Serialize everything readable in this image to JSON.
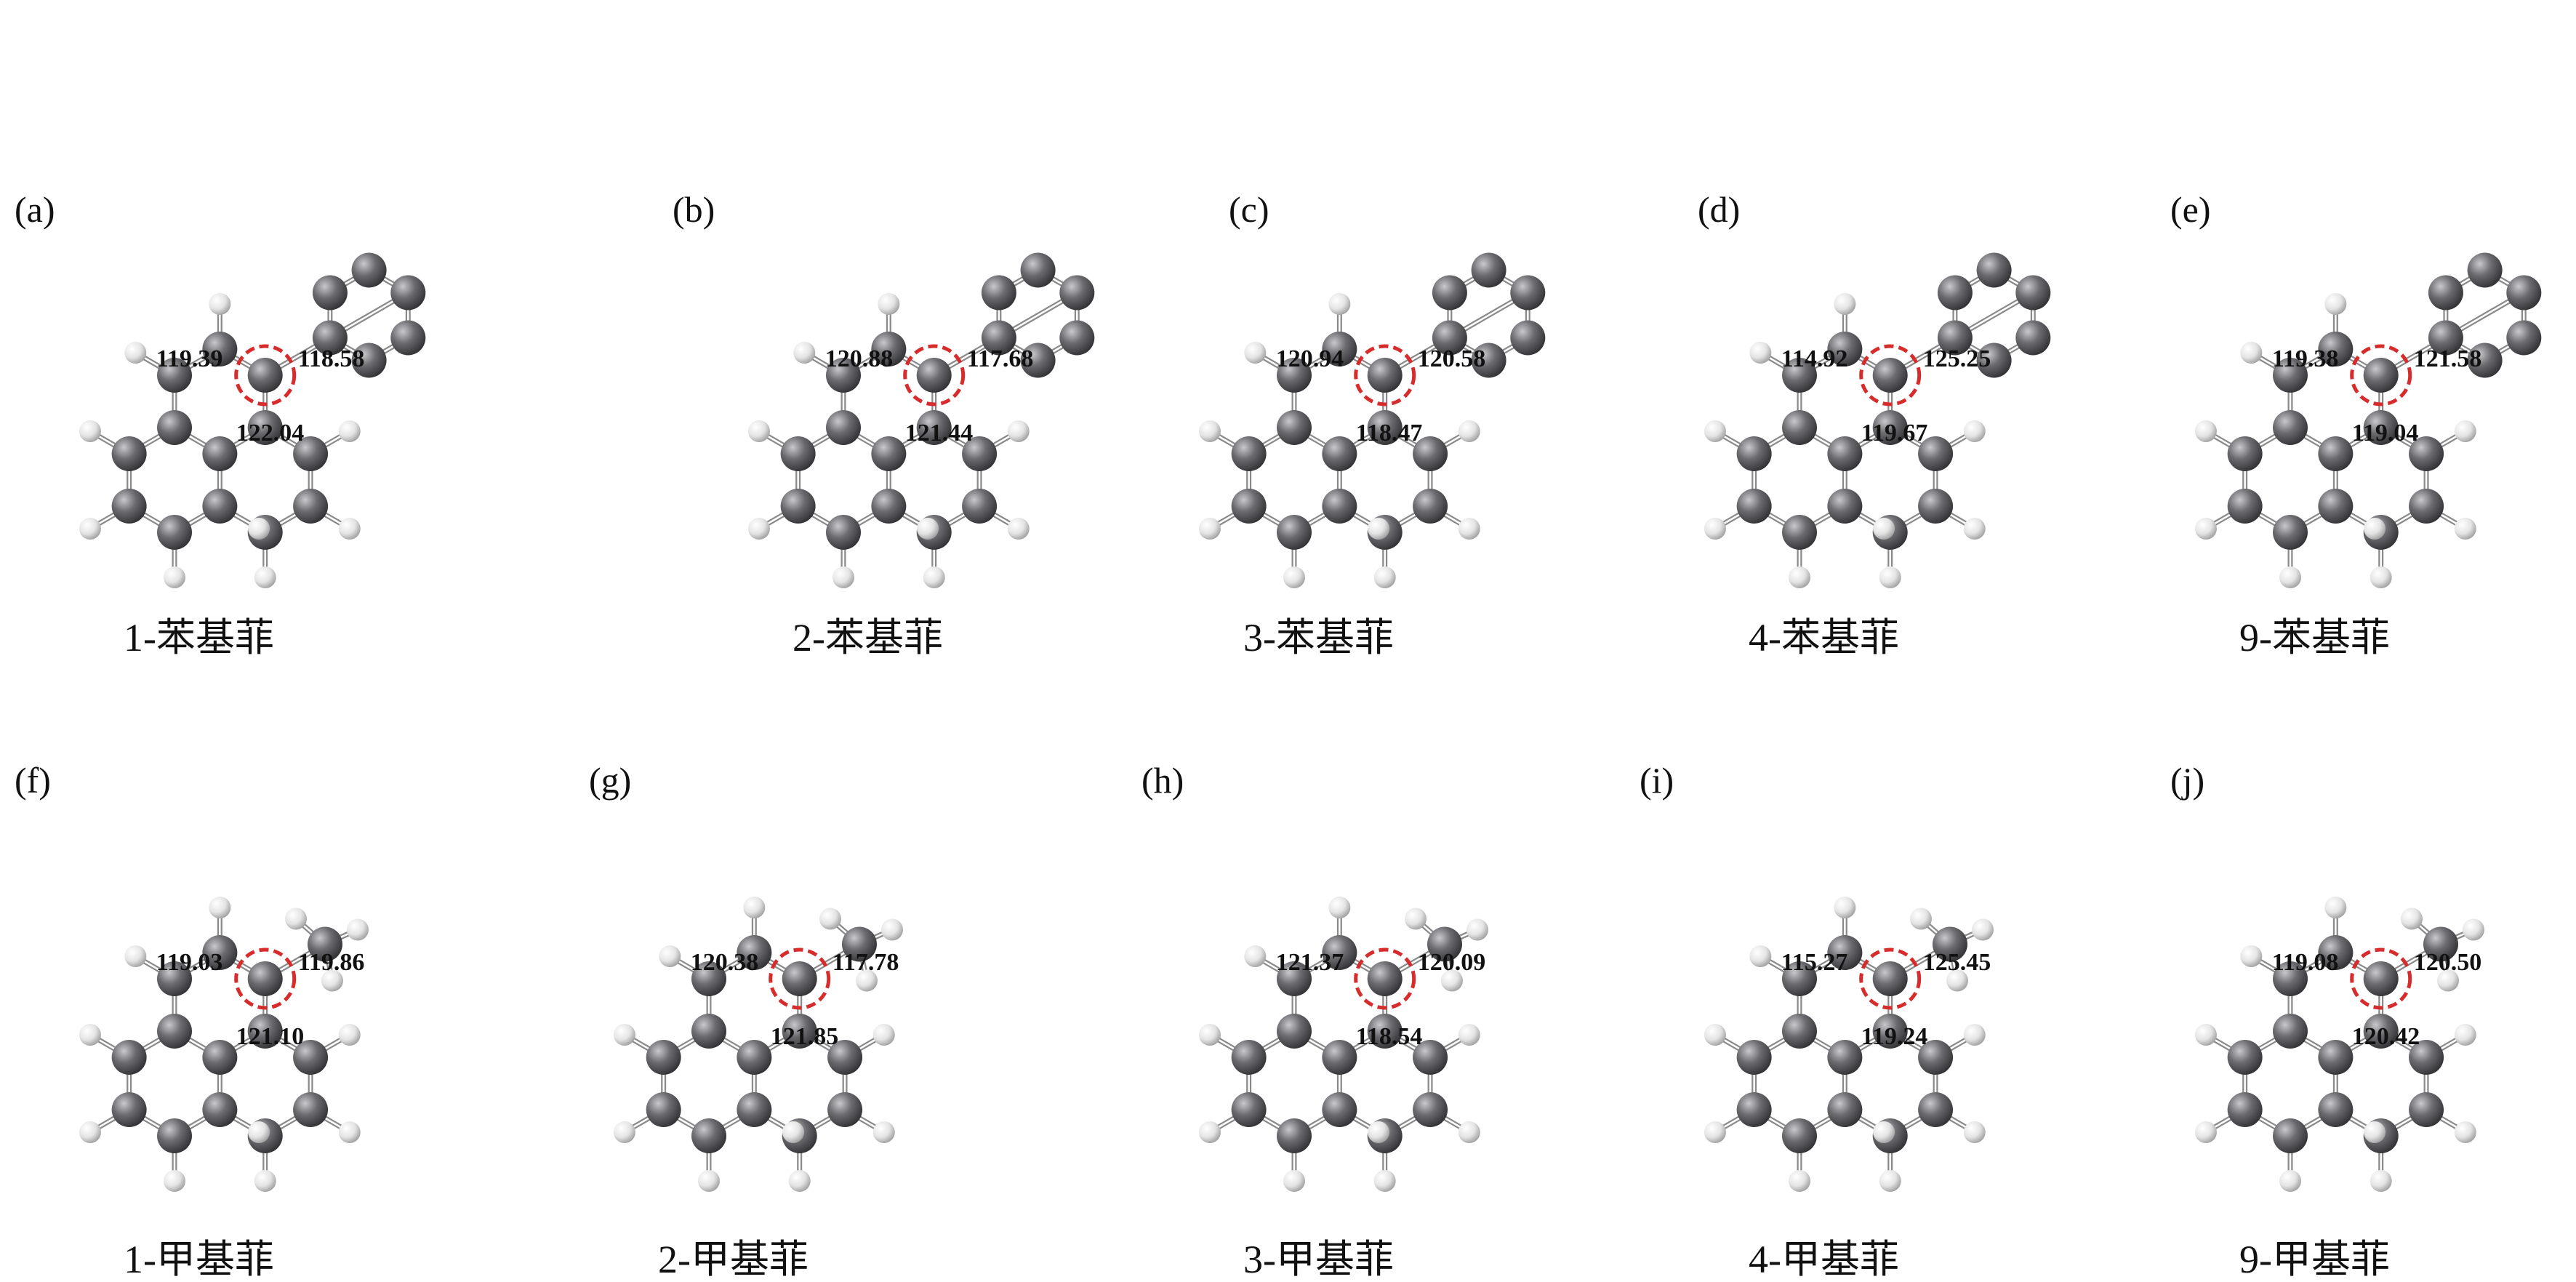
{
  "figure": {
    "colors": {
      "carbon": "#5f5f63",
      "hydrogen": "#e6e6e6",
      "bond": "#8a8a8a",
      "highlight": "#d62c2c"
    },
    "panels": [
      {
        "letter": "(a)",
        "name": "1-苯基菲",
        "substituent": "phenyl",
        "angles": [
          "119.39",
          "118.58",
          "122.04"
        ]
      },
      {
        "letter": "(b)",
        "name": "2-苯基菲",
        "substituent": "phenyl",
        "angles": [
          "120.88",
          "117.68",
          "121.44"
        ]
      },
      {
        "letter": "(c)",
        "name": "3-苯基菲",
        "substituent": "phenyl",
        "angles": [
          "120.94",
          "120.58",
          "118.47"
        ]
      },
      {
        "letter": "(d)",
        "name": "4-苯基菲",
        "substituent": "phenyl",
        "angles": [
          "114.92",
          "125.25",
          "119.67"
        ]
      },
      {
        "letter": "(e)",
        "name": "9-苯基菲",
        "substituent": "phenyl",
        "angles": [
          "119.38",
          "121.58",
          "119.04"
        ]
      },
      {
        "letter": "(f)",
        "name": "1-甲基菲",
        "substituent": "methyl",
        "angles": [
          "119.03",
          "119.86",
          "121.10"
        ]
      },
      {
        "letter": "(g)",
        "name": "2-甲基菲",
        "substituent": "methyl",
        "angles": [
          "120.38",
          "117.78",
          "121.85"
        ]
      },
      {
        "letter": "(h)",
        "name": "3-甲基菲",
        "substituent": "methyl",
        "angles": [
          "121.37",
          "120.09",
          "118.54"
        ]
      },
      {
        "letter": "(i)",
        "name": "4-甲基菲",
        "substituent": "methyl",
        "angles": [
          "115.27",
          "125.45",
          "119.24"
        ]
      },
      {
        "letter": "(j)",
        "name": "9-甲基菲",
        "substituent": "methyl",
        "angles": [
          "119.08",
          "120.50",
          "120.42"
        ]
      }
    ]
  }
}
